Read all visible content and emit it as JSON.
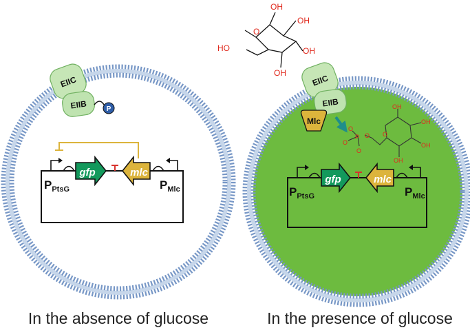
{
  "left_panel": {
    "caption": "In the absence of glucose",
    "eiic": "EIIC",
    "eiib": "EIIB",
    "phosphate": "P",
    "promoter_left": "P",
    "promoter_left_sub": "PtsG",
    "promoter_right": "P",
    "promoter_right_sub": "Mlc",
    "gfp": "gfp",
    "mlc": "mlc"
  },
  "right_panel": {
    "caption": "In the presence of glucose",
    "eiic": "EIIC",
    "eiib": "EIIB",
    "mlc_protein": "Mlc",
    "promoter_left": "P",
    "promoter_left_sub": "PtsG",
    "promoter_right": "P",
    "promoter_right_sub": "Mlc",
    "gfp": "gfp",
    "mlc": "mlc"
  },
  "glucose_labels": {
    "oh_top": "OH",
    "oh_right_upper": "OH",
    "oh_right_lower": "OH",
    "oh_bottom": "OH",
    "ho_left": "HO",
    "ring_o": "O"
  },
  "g6p_labels": {
    "oh1": "OH",
    "oh2": "OH",
    "oh3": "OH",
    "oh4": "OH",
    "ring_o": "O",
    "ester_o": "O",
    "p": "P",
    "o_a": "O",
    "o_b": "O",
    "o_c": "O"
  },
  "colors": {
    "membrane": "#7a9cc8",
    "cell_green": "#6dbb3f",
    "gfp_green": "#13995c",
    "mlc_gold": "#dcb43c",
    "eii_green": "#bfe3b0",
    "phosphate_blue": "#2f5ea8",
    "terminator_red": "#d8322d",
    "arrow_teal": "#1f8e8a"
  }
}
